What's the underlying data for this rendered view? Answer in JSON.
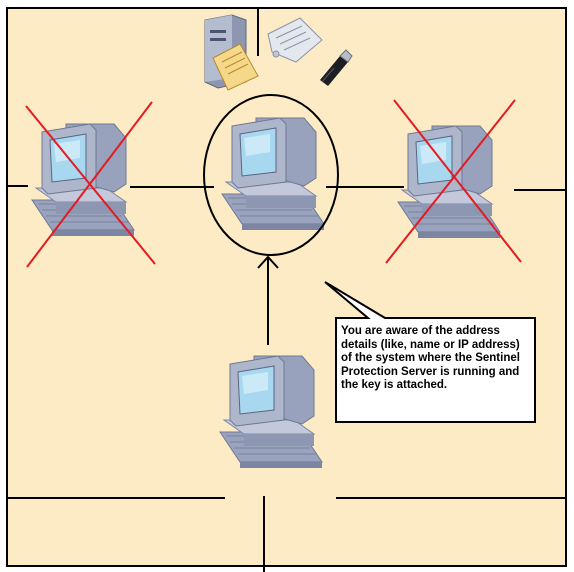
{
  "colors": {
    "background": "#fdebc6",
    "network_line": "#000000",
    "cross_mark": "#e31b23",
    "monitor_body": "#aeb6cc",
    "screen": "#a8d8f0"
  },
  "nodes": [
    {
      "id": "client-left",
      "icon": "computer-icon",
      "crossed_out": true
    },
    {
      "id": "server-top",
      "icon": "computer-icon",
      "highlighted": true
    },
    {
      "id": "client-right",
      "icon": "computer-icon",
      "crossed_out": true
    },
    {
      "id": "client-bottom",
      "icon": "computer-icon",
      "crossed_out": false
    }
  ],
  "accessories": [
    {
      "icon": "server-tower-icon"
    },
    {
      "icon": "license-document-icon"
    },
    {
      "icon": "parallel-port-key-icon"
    },
    {
      "icon": "usb-key-icon"
    }
  ],
  "callout": {
    "text": "You are aware of the address details (like, name or IP address) of the system where the Sentinel Protection Server is running and the key is attached."
  }
}
